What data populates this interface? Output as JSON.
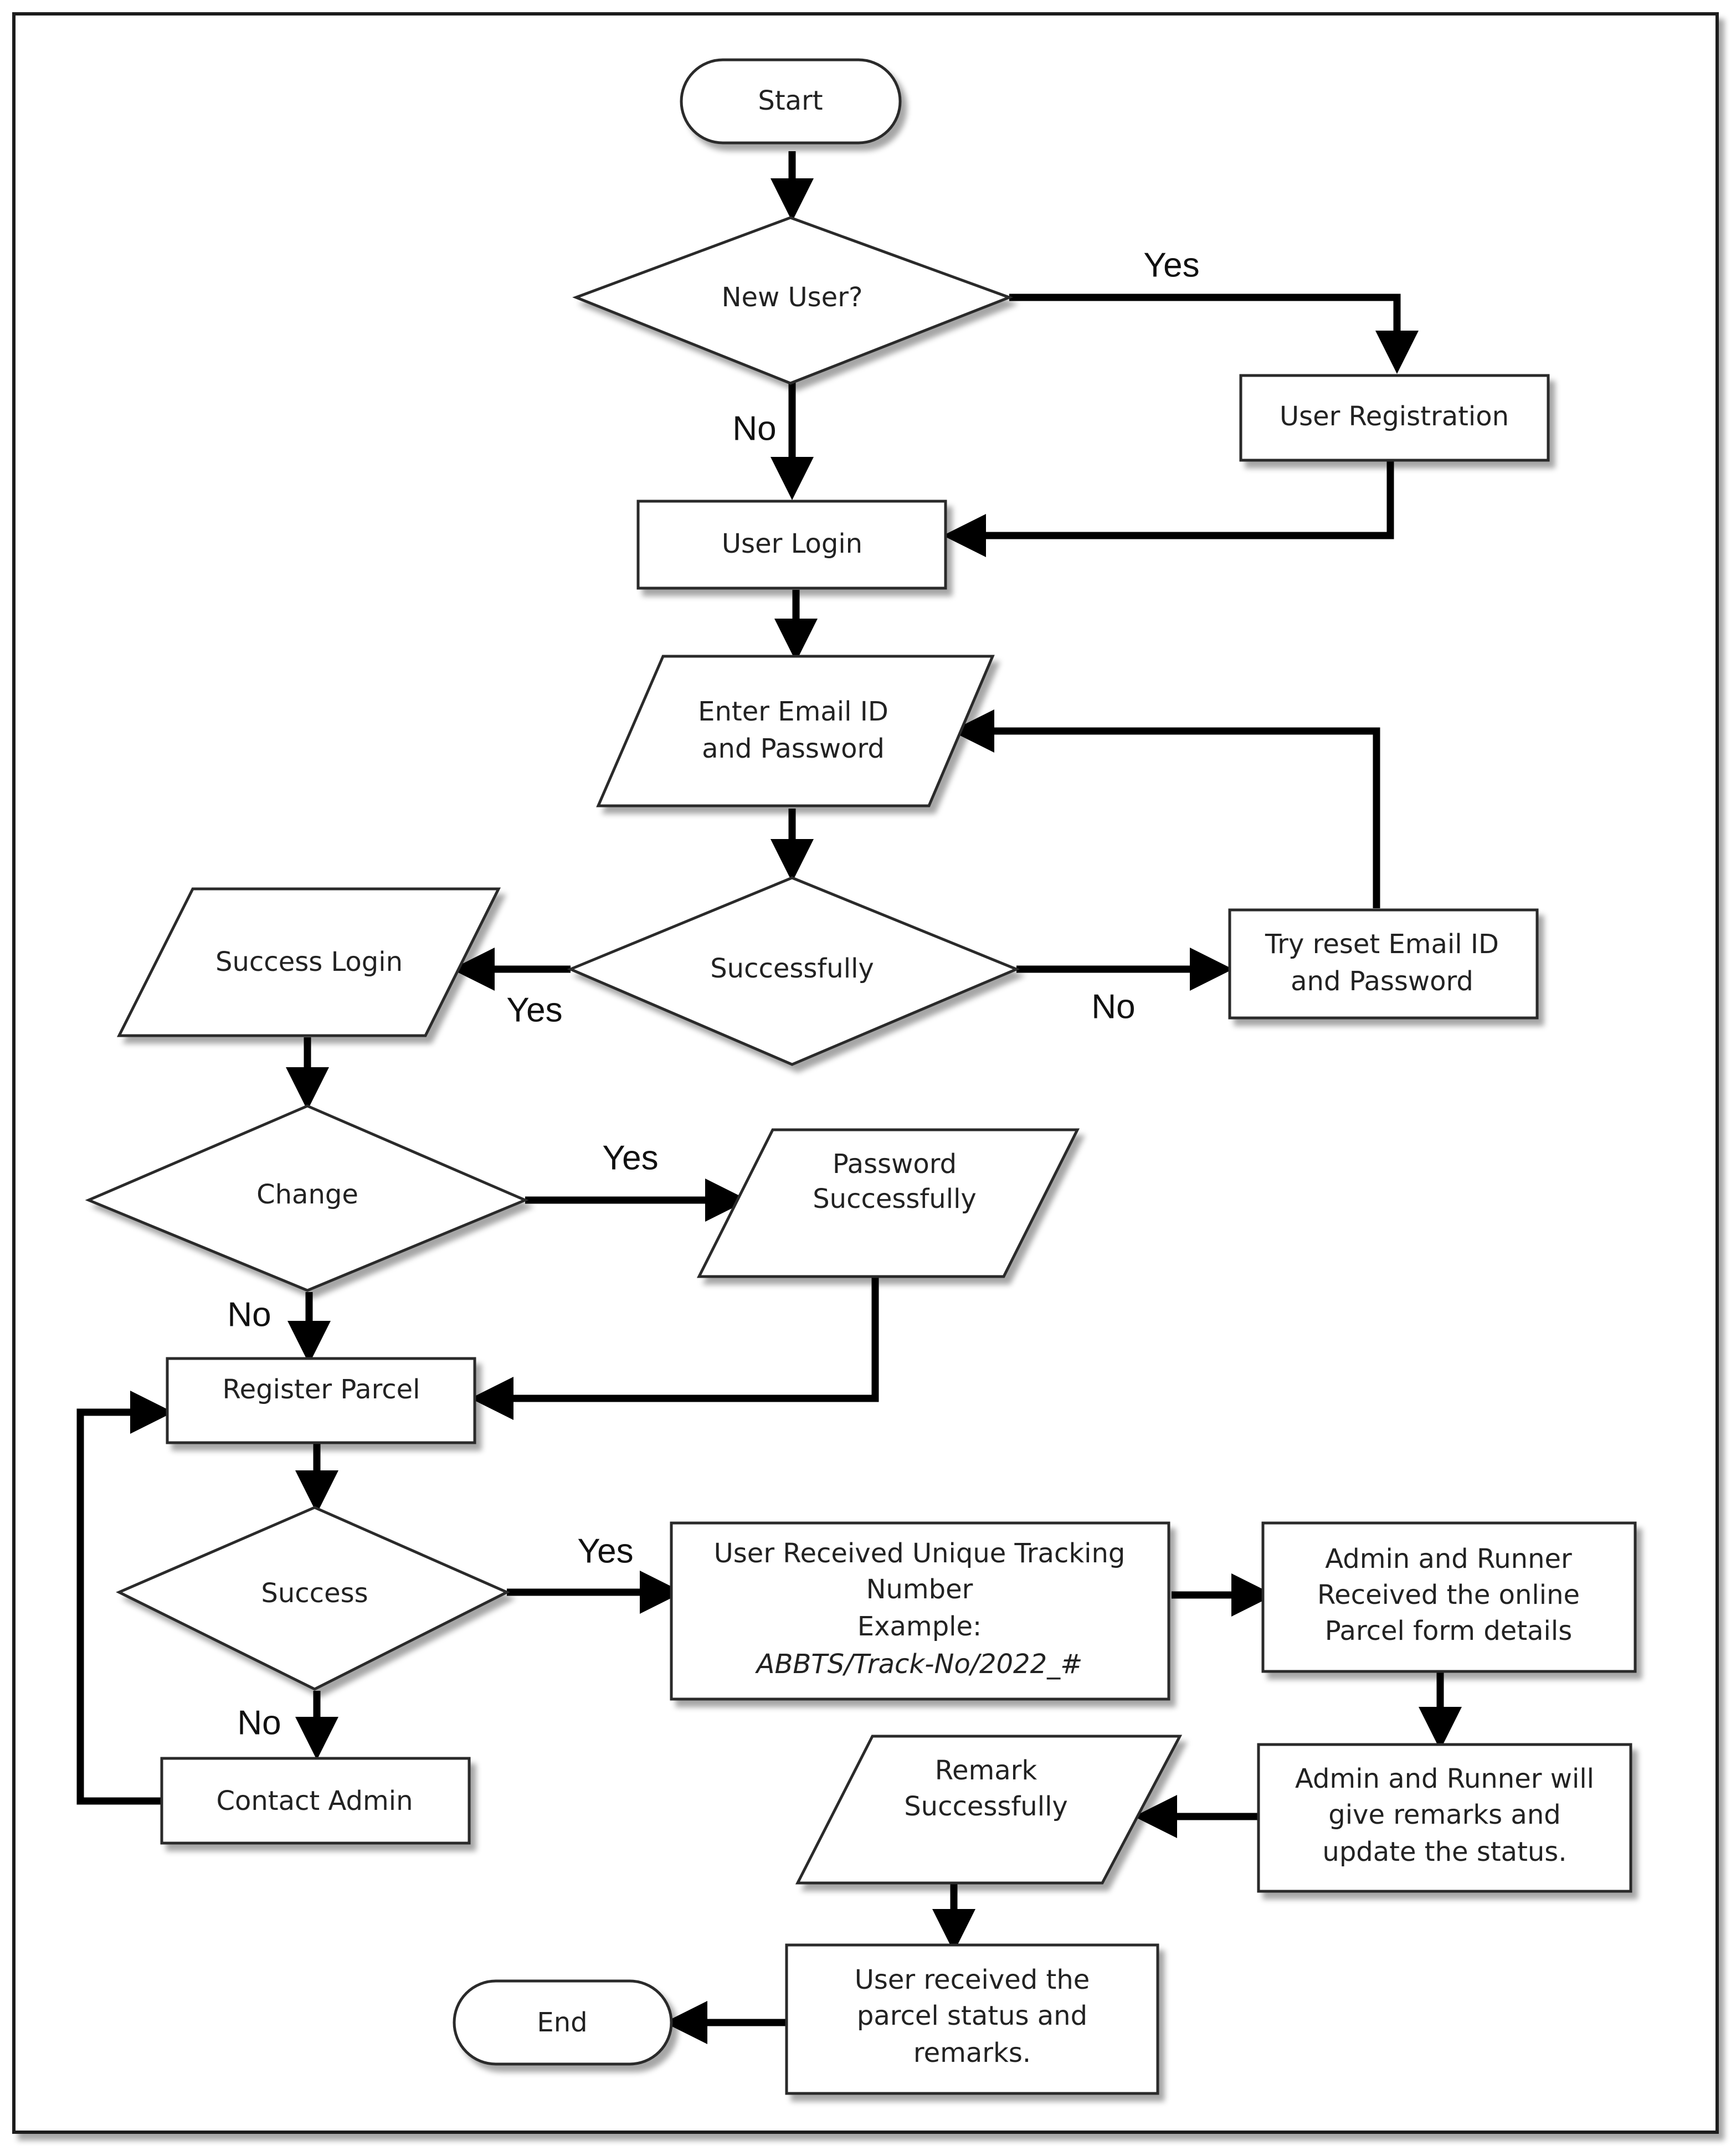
{
  "nodes": {
    "start": "Start",
    "new_user": "New User?",
    "user_registration": "User Registration",
    "user_login": "User Login",
    "enter_email_1": "Enter Email ID",
    "enter_email_2": "and Password",
    "successfully": "Successfully",
    "try_reset_1": "Try reset Email ID",
    "try_reset_2": "and Password",
    "success_login": "Success Login",
    "change": "Change",
    "password_success_1": "Password",
    "password_success_2": "Successfully",
    "register_parcel": "Register Parcel",
    "success": "Success",
    "contact_admin": "Contact Admin",
    "tracking_1": "User Received Unique Tracking",
    "tracking_2": "Number",
    "tracking_3": "Example:",
    "tracking_4": "ABBTS/Track-No/2022_#",
    "admin_received_1": "Admin and Runner",
    "admin_received_2": "Received the online",
    "admin_received_3": "Parcel form details",
    "admin_remarks_1": "Admin and Runner will",
    "admin_remarks_2": "give remarks and",
    "admin_remarks_3": "update the status.",
    "remark_success_1": "Remark",
    "remark_success_2": "Successfully",
    "user_received_1": "User received the",
    "user_received_2": "parcel status and",
    "user_received_3": "remarks.",
    "end": "End"
  },
  "edge_labels": {
    "new_user_yes": "Yes",
    "new_user_no": "No",
    "successfully_yes": "Yes",
    "successfully_no": "No",
    "change_yes": "Yes",
    "change_no": "No",
    "success_yes": "Yes",
    "success_no": "No"
  }
}
